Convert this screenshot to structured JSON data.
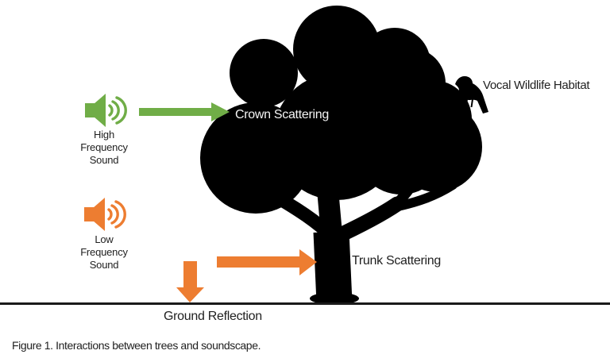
{
  "colors": {
    "green": "#70ad47",
    "orange": "#ed7d31",
    "tree": "#000000",
    "text": "#1f1f1f",
    "crown_label_text": "#f5f5f5",
    "ground_line": "#1a1a1a",
    "background": "#ffffff"
  },
  "sources": {
    "high": {
      "line1": "High",
      "line2": "Frequency",
      "line3": "Sound"
    },
    "low": {
      "line1": "Low",
      "line2": "Frequency",
      "line3": "Sound"
    }
  },
  "labels": {
    "crown": "Crown Scattering",
    "trunk": "Trunk Scattering",
    "ground": "Ground Reflection",
    "habitat": "Vocal Wildlife Habitat"
  },
  "caption": "Figure 1. Interactions between trees and soundscape.",
  "icons": {
    "high_source": "speaker-sound-waves-icon",
    "low_source": "speaker-sound-waves-icon",
    "wildlife": "bird-icon",
    "vegetation": "tree-silhouette-icon"
  }
}
